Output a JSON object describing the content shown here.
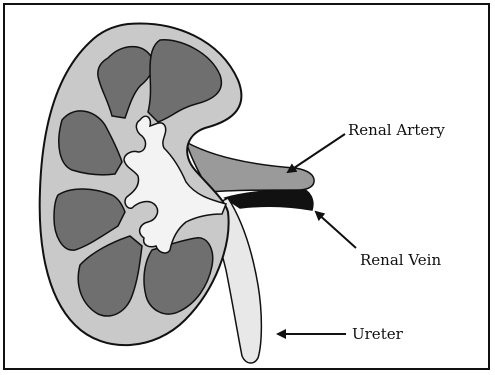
{
  "labels": {
    "renal_artery": "Renal Artery",
    "renal_vein": "Renal Vein",
    "ureter": "Ureter"
  },
  "colors": {
    "cortex": "#c9c9c9",
    "medulla": "#6f6f6f",
    "pelvis": "#f3f3f3",
    "artery": "#9a9a9a",
    "vein": "#111111",
    "outline": "#111111"
  }
}
